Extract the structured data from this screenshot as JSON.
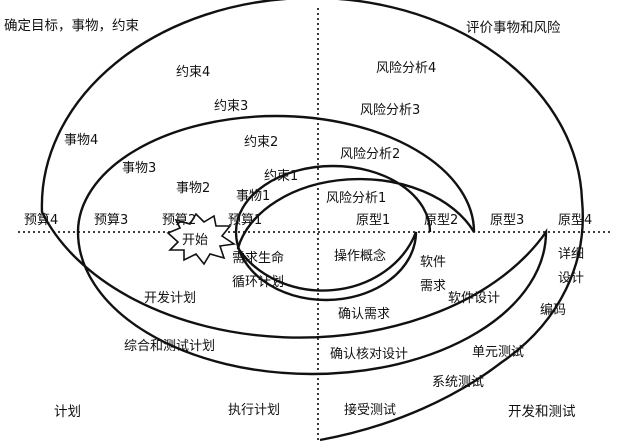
{
  "quadrants": {
    "top_left": "确定目标，事物，约束",
    "top_right": "评价事物和风险",
    "bottom_left": "计划",
    "bottom_right": "开发和测试"
  },
  "start_label": "开始",
  "constraints": [
    "约束1",
    "约束2",
    "约束3",
    "约束4"
  ],
  "objects": [
    "事物1",
    "事物2",
    "事物3",
    "事物4"
  ],
  "risk_analysis": [
    "风险分析1",
    "风险分析2",
    "风险分析3",
    "风险分析4"
  ],
  "budgets": [
    "预算1",
    "预算2",
    "预算3",
    "预算4"
  ],
  "prototypes": [
    "原型1",
    "原型2",
    "原型3",
    "原型4"
  ],
  "lifecycle_plan": [
    "需求生命",
    "循环计划"
  ],
  "operation_concept": "操作概念",
  "software_requirements": [
    "软件",
    "需求"
  ],
  "detailed_design": [
    "详细",
    "设计"
  ],
  "development_plan": "开发计划",
  "confirm_requirements": "确认需求",
  "software_design": "软件设计",
  "coding": "编码",
  "integration_test_plan": "综合和测试计划",
  "verify_design": "确认核对设计",
  "unit_test": "单元测试",
  "system_test": "系统测试",
  "execution_plan": "执行计划",
  "acceptance_test": "接受测试"
}
